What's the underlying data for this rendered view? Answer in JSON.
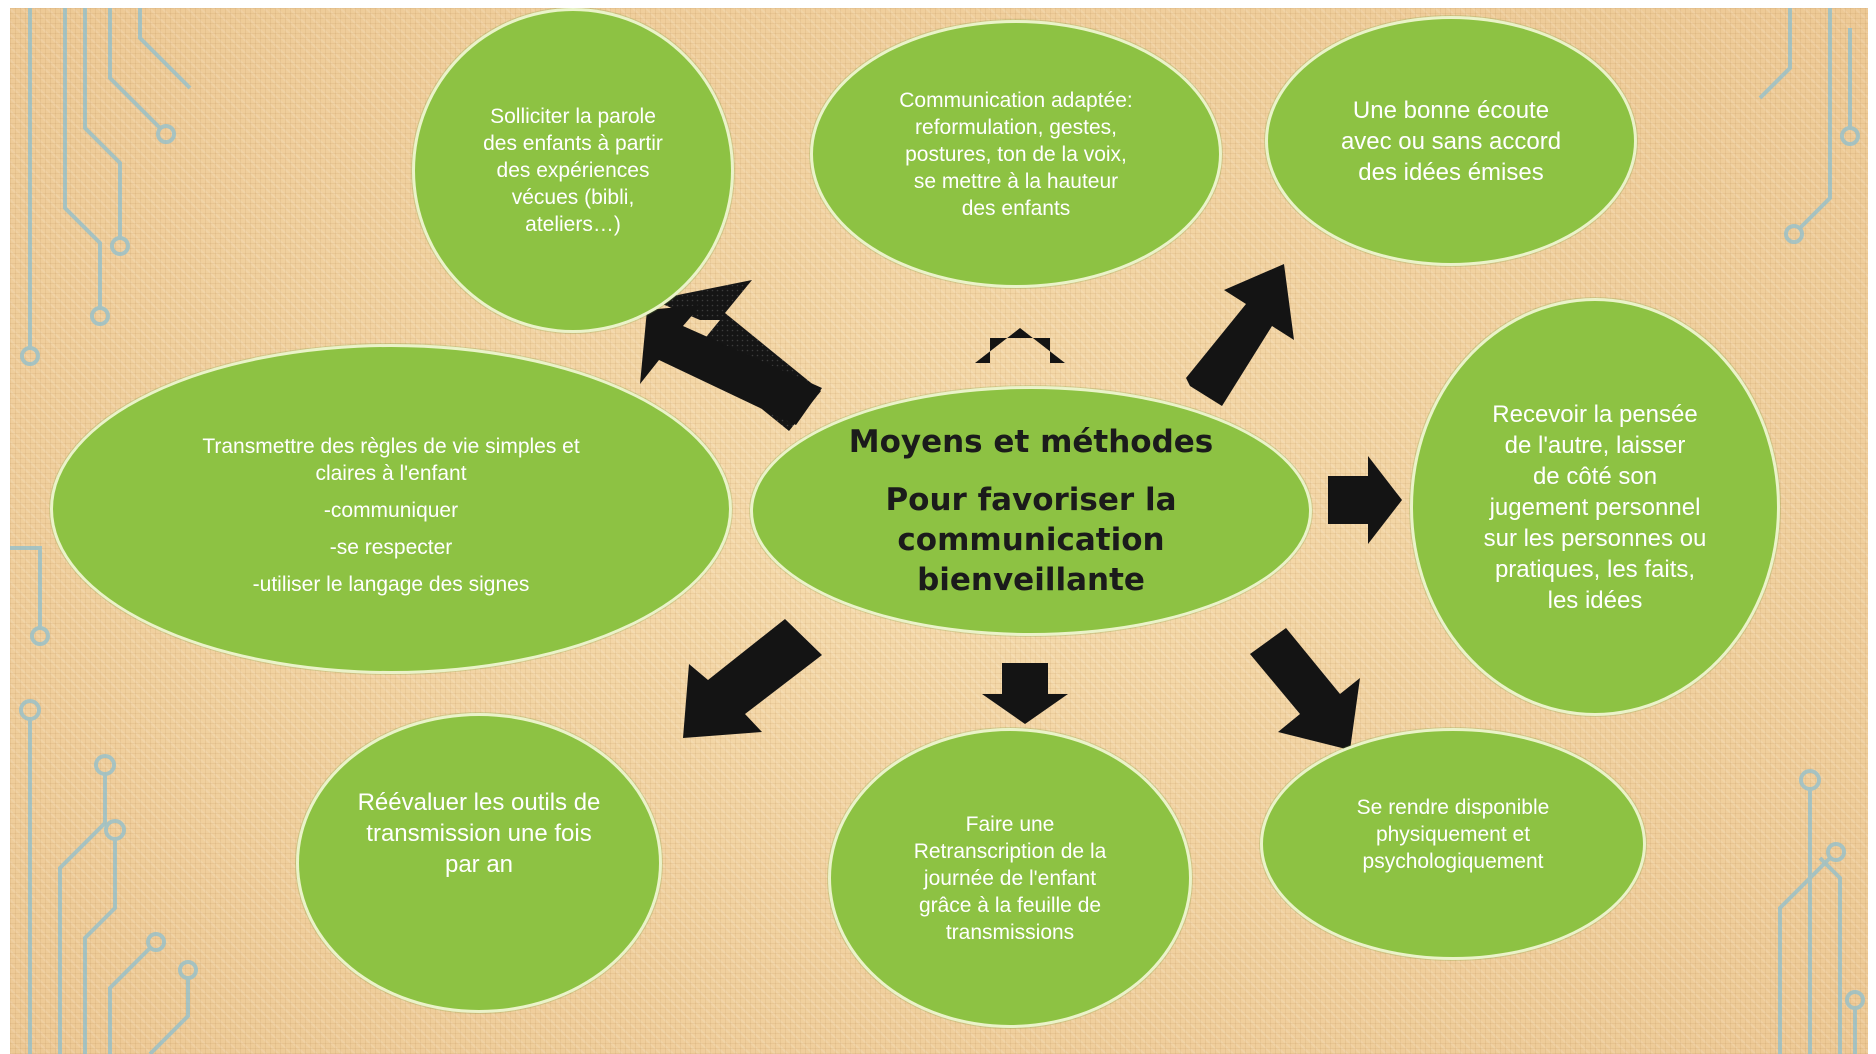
{
  "colors": {
    "node_fill": "#8dc243",
    "node_border": "#eaf3c9",
    "background": "#f1d3a3",
    "arrow": "#111111",
    "circuit": "#7fb6c7"
  },
  "center": {
    "title": "Moyens et méthodes",
    "subtitle_lines": [
      "Pour favoriser la",
      "communication",
      "bienveillante"
    ]
  },
  "nodes": {
    "top_left": [
      "Solliciter la parole",
      "des enfants à partir",
      "des expériences",
      "vécues (bibli,",
      "ateliers…)"
    ],
    "top_center": [
      "Communication adaptée:",
      "reformulation, gestes,",
      "postures, ton de la voix,",
      "se mettre à la hauteur",
      "des enfants"
    ],
    "top_right": [
      "Une bonne écoute",
      "avec ou sans accord",
      "des idées émises"
    ],
    "left": [
      "Transmettre des règles de vie simples et",
      "claires à l'enfant",
      "-communiquer",
      "-se respecter",
      "-utiliser le langage des signes"
    ],
    "right": [
      "Recevoir la pensée",
      "de l'autre, laisser",
      "de côté son",
      "jugement personnel",
      "sur les personnes ou",
      "pratiques, les faits,",
      "les idées"
    ],
    "bottom_left": [
      "Réévaluer les outils de",
      "transmission une fois",
      "par an"
    ],
    "bottom_center": [
      "Faire une",
      "Retranscription de la",
      "journée de l'enfant",
      "grâce à la feuille de",
      "transmissions"
    ],
    "bottom_right": [
      "Se rendre disponible",
      "physiquement et",
      "psychologiquement"
    ]
  },
  "icons": {
    "arrow": "arrow-icon",
    "decoration": "circuit-decoration"
  }
}
